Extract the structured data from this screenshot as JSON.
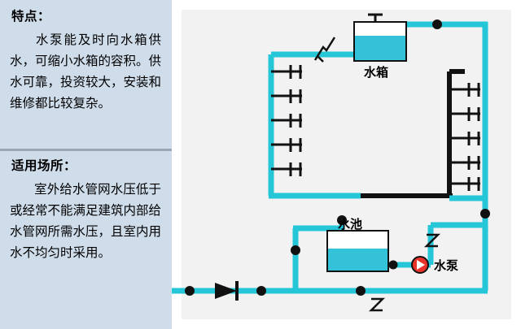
{
  "left_panel": {
    "section1": {
      "heading": "特点：",
      "body": "水泵能及时向水箱供水，可缩小水箱的容积。供水可靠，投资较大，安装和维修都比较复杂。"
    },
    "section2": {
      "heading": "适用场所：",
      "body": "室外给水管网水压低于或经常不能满足建筑内部给水管网所需水压，且室内用水不均匀时采用。"
    }
  },
  "diagram": {
    "labels": {
      "water_tank": "水箱",
      "pool": "水池",
      "pump": "水泵"
    },
    "colors": {
      "pipe": "#24c6d8",
      "pipe_dark": "#000000",
      "water": "#33c2d8",
      "panel_bg": "#cfdcea",
      "diagram_bg": "#f2f2f2",
      "pump_red": "#e8332a"
    },
    "icons": {
      "water_tank": "water-tank-icon",
      "pool": "pool-icon",
      "pump": "pump-icon",
      "valve": "valve-icon",
      "faucet": "faucet-icon",
      "check_valve": "check-valve-icon",
      "flex_joint": "flexible-joint-icon"
    }
  }
}
